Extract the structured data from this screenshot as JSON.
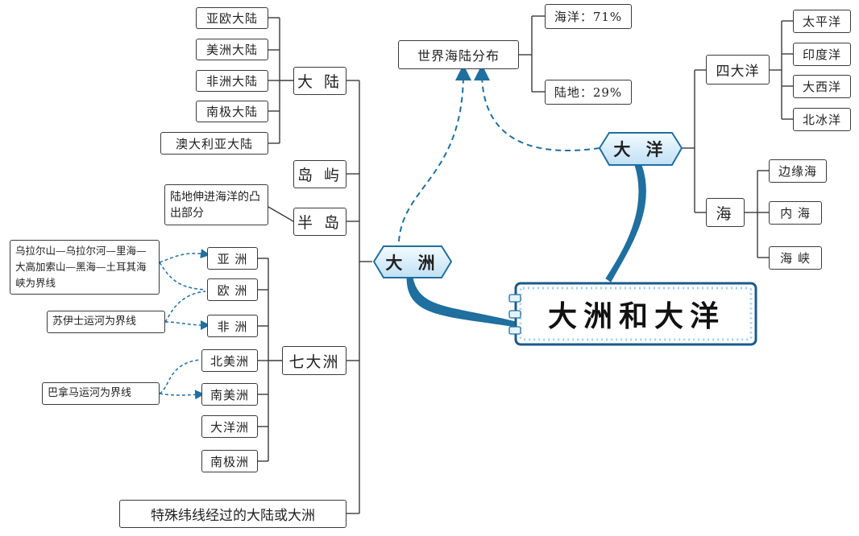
{
  "title": "大洲和大洋",
  "hubs": {
    "continents": "大 洲",
    "oceans": "大 洋"
  },
  "distribution": {
    "label": "世界海陆分布",
    "ocean": "海洋：71%",
    "land": "陆地：29%"
  },
  "oceans_branch": {
    "four_oceans": "四大洋",
    "oceans": [
      "太平洋",
      "印度洋",
      "大西洋",
      "北冰洋"
    ],
    "sea": "海",
    "seas": [
      "边缘海",
      "内  海",
      "海  峡"
    ]
  },
  "continents_branch": {
    "mainland": "大 陆",
    "mainlands": [
      "亚欧大陆",
      "美洲大陆",
      "非洲大陆",
      "南极大陆",
      "澳大利亚大陆"
    ],
    "island": "岛 屿",
    "peninsula": "半 岛",
    "peninsula_def": "陆地伸进海洋的凸出部分",
    "seven": "七大洲",
    "seven_list": [
      "亚  洲",
      "欧  洲",
      "非  洲",
      "北美洲",
      "南美洲",
      "大洋洲",
      "南极洲"
    ],
    "special": "特殊纬线经过的大陆或大洲",
    "notes": {
      "asia_europe": "乌拉尔山—乌拉尔河—里海—大高加索山—黑海—土耳其海峡为界线",
      "suez": "苏伊士运河为界线",
      "panama": "巴拿马运河为界线"
    }
  },
  "colors": {
    "line": "#3a3a3a",
    "accent": "#1f6f9f",
    "hub_fill": "#dcefff",
    "title_border": "#1a5a8a"
  }
}
